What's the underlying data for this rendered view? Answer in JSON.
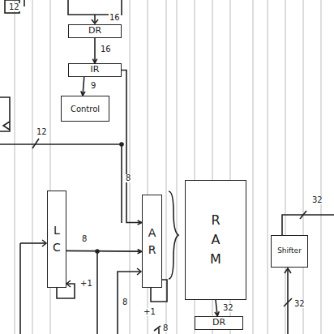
{
  "diagram": {
    "nodes": [
      {
        "text": [
          "DR"
        ]
      },
      {
        "text": [
          "IR"
        ]
      },
      {
        "text": [
          "Control"
        ]
      },
      {
        "text": [
          "LC"
        ]
      },
      {
        "text": [
          "AR"
        ]
      },
      {
        "text": [
          "RAM"
        ]
      },
      {
        "text": [
          "Shifter"
        ]
      },
      {
        "text": [
          "DR"
        ]
      }
    ],
    "edges": [
      {
        "from": 0,
        "to": 1,
        "label": "16",
        "arrow": "to"
      },
      {
        "from": 1,
        "to": 2,
        "label": "9",
        "arrow": "to"
      },
      {
        "from": 1,
        "to": 4,
        "label": "8",
        "arrow": "to"
      },
      {
        "from": 3,
        "to": 4,
        "label": "8",
        "arrow": "to"
      },
      {
        "from": 5,
        "to": 7,
        "label": "32",
        "arrow": "to"
      }
    ],
    "labels": [
      "12",
      "16",
      "12",
      "8",
      "+1",
      "+1",
      "32",
      "32",
      "8"
    ]
  }
}
